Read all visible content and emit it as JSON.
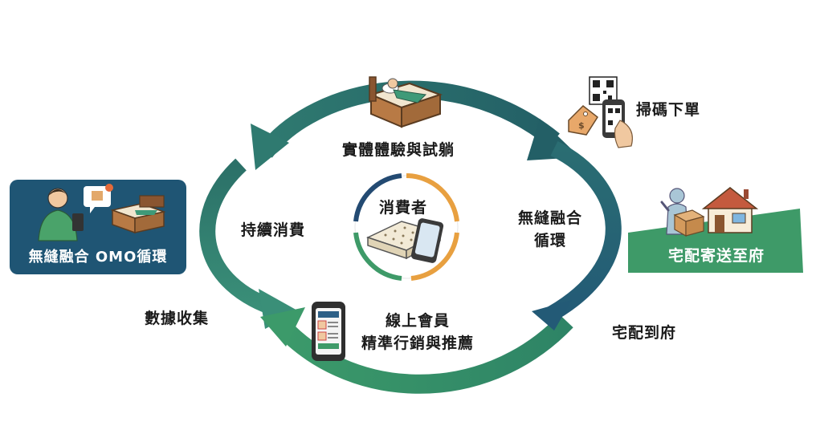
{
  "center": {
    "label": "消費者"
  },
  "cycle": {
    "top": "實體體驗與試躺",
    "left": "持續消費",
    "right_line1": "無縫融合",
    "right_line2": "循環",
    "bottom_line1": "線上會員",
    "bottom_line2": "精準行銷與推薦"
  },
  "outer": {
    "scan_order": "掃碼下單",
    "data_collection": "數據收集",
    "home_delivery": "宅配到府"
  },
  "panels": {
    "left_title": "無縫融合 OMO循環",
    "right_title": "宅配寄送至府"
  },
  "colors": {
    "teal_dark": "#2a6f66",
    "green": "#3e9a68",
    "blue_dark": "#1f5574",
    "orange": "#e8a040",
    "navy": "#234a72"
  },
  "icons": [
    "bed-icon",
    "mattress-icon",
    "phone-icon",
    "qr-code-icon",
    "price-tag-icon",
    "house-icon",
    "delivery-box-icon",
    "person-icon",
    "member-app-icon"
  ]
}
